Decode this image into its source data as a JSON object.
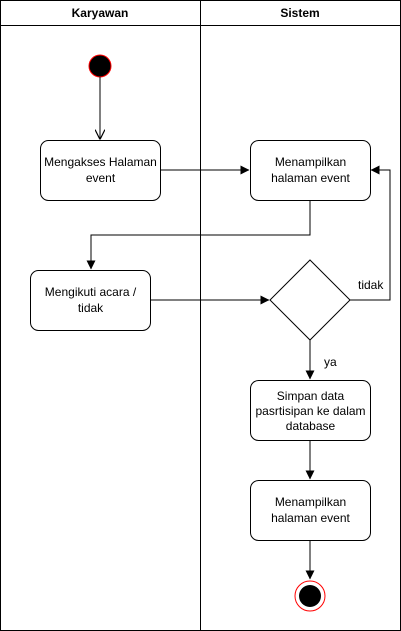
{
  "lanes": {
    "left": "Karyawan",
    "right": "Sistem"
  },
  "nodes": {
    "access_event_page": [
      "Mengakses Halaman",
      "event"
    ],
    "show_event_page_1": [
      "Menampilkan",
      "halaman event"
    ],
    "join_event": [
      "Mengikuti acara /",
      "tidak"
    ],
    "save_participant": [
      "Simpan data",
      "pasrtisipan ke dalam",
      "database"
    ],
    "show_event_page_2": [
      "Menampilkan",
      "halaman event"
    ]
  },
  "edges": {
    "yes_label": "ya",
    "no_label": "tidak"
  },
  "colors": {
    "line": "#000000",
    "start_stroke": "#ff0000",
    "node_fill": "#ffffff"
  }
}
